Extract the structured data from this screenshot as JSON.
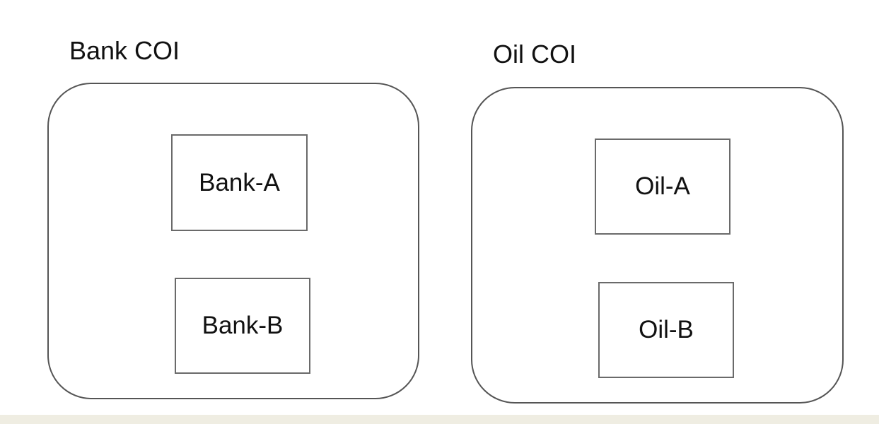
{
  "groups": [
    {
      "title": "Bank COI",
      "nodes": [
        "Bank-A",
        "Bank-B"
      ]
    },
    {
      "title": "Oil COI",
      "nodes": [
        "Oil-A",
        "Oil-B"
      ]
    }
  ],
  "colors": {
    "stroke": "#555555",
    "footer_band": "#efede2"
  }
}
